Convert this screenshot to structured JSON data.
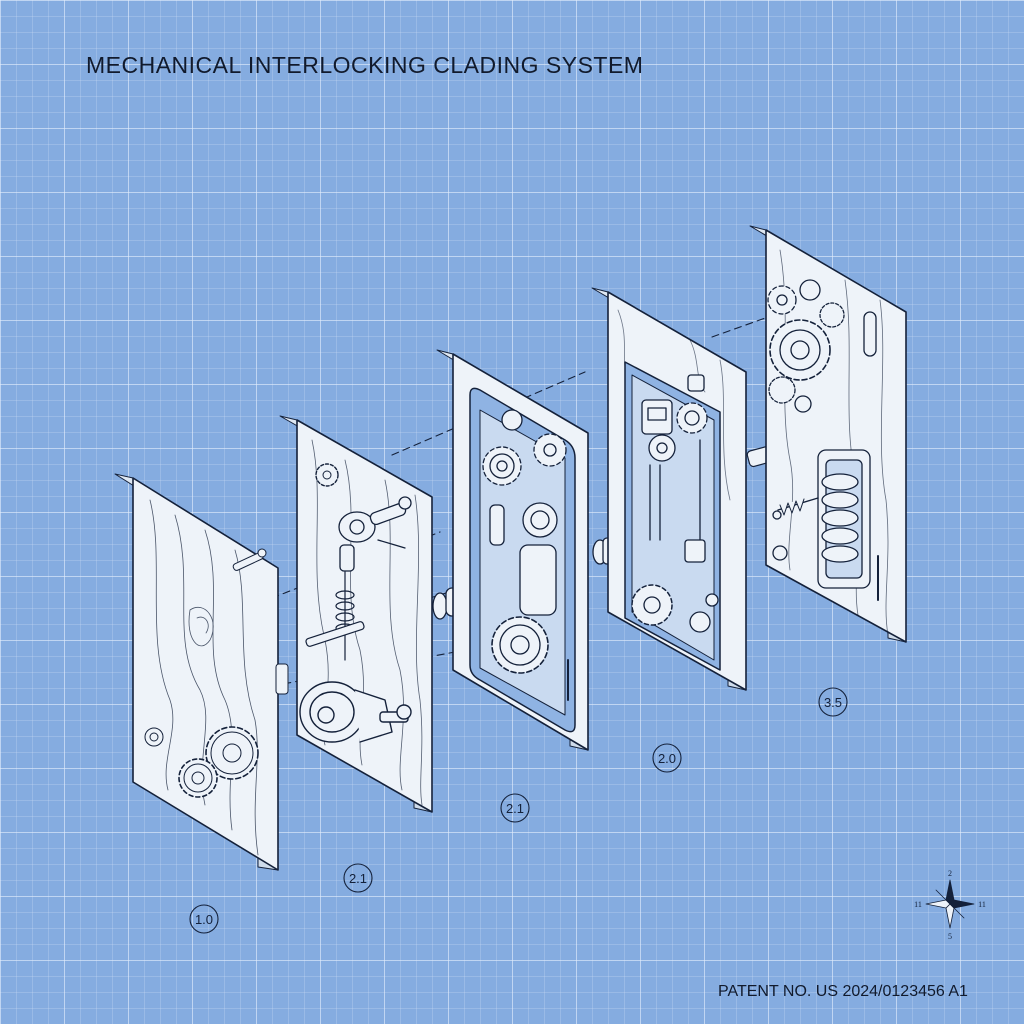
{
  "title": "MECHANICAL INTERLOCKING CLADING SYSTEM",
  "patent": "PATENT NO. US 2024/0123456 A1",
  "callouts": [
    "1.0",
    "2.1",
    "2.1",
    "2.0",
    "3.5"
  ],
  "compass": {
    "n": "2",
    "s": "5",
    "w": "11",
    "e": "11"
  },
  "colors": {
    "background": "#85ace0",
    "panel_face": "#eef3f9",
    "panel_edge": "#cfdceb",
    "ink": "#14213a",
    "cavity": "#8fb3e3"
  }
}
